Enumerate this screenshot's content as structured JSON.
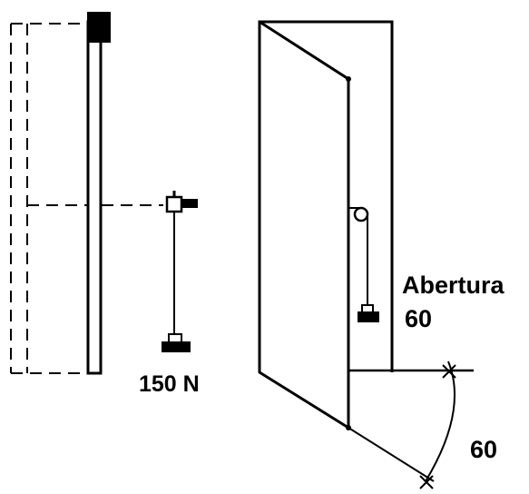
{
  "labels": {
    "load": "150 N",
    "opening_word": "Abertura",
    "opening_value": "60",
    "angle_value": "60"
  },
  "colors": {
    "ink": "#000000",
    "paper": "#ffffff"
  }
}
